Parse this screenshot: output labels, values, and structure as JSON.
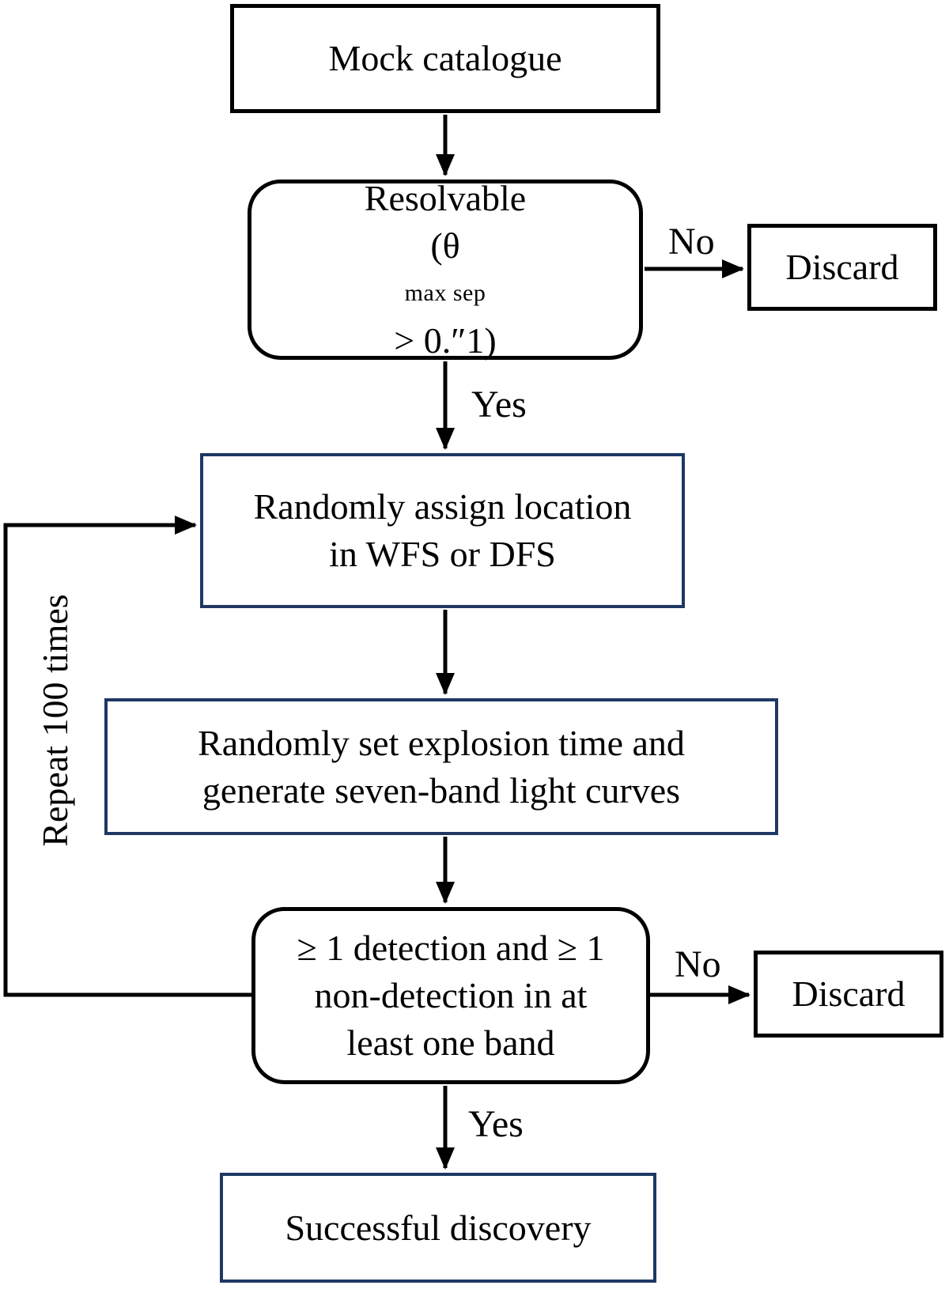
{
  "figure": {
    "type": "flowchart",
    "background": "#ffffff"
  },
  "nodes": {
    "mock_catalogue": {
      "label": "Mock catalogue"
    },
    "resolvable": {
      "line1": "Resolvable",
      "formula_open": "(θ",
      "formula_subscript": "max sep",
      "formula_close": "> 0.″1)"
    },
    "discard_top": {
      "label": "Discard"
    },
    "assign_location": {
      "line1": "Randomly assign location",
      "line2": "in WFS or DFS"
    },
    "explosion_time": {
      "line1": "Randomly set explosion time and",
      "line2": "generate seven-band light curves"
    },
    "detection_check": {
      "line1": "≥ 1 detection and ≥ 1",
      "line2": "non-detection in at",
      "line3": "least one band"
    },
    "discard_bottom": {
      "label": "Discard"
    },
    "success": {
      "label": "Successful discovery"
    }
  },
  "edge_labels": {
    "yes_top": "Yes",
    "no_top": "No",
    "yes_bottom": "Yes",
    "no_bottom": "No",
    "repeat": "Repeat 100 times"
  },
  "colors": {
    "black_border": "#000000",
    "navy_border": "#1f3864",
    "text": "#000000",
    "background": "#ffffff"
  }
}
